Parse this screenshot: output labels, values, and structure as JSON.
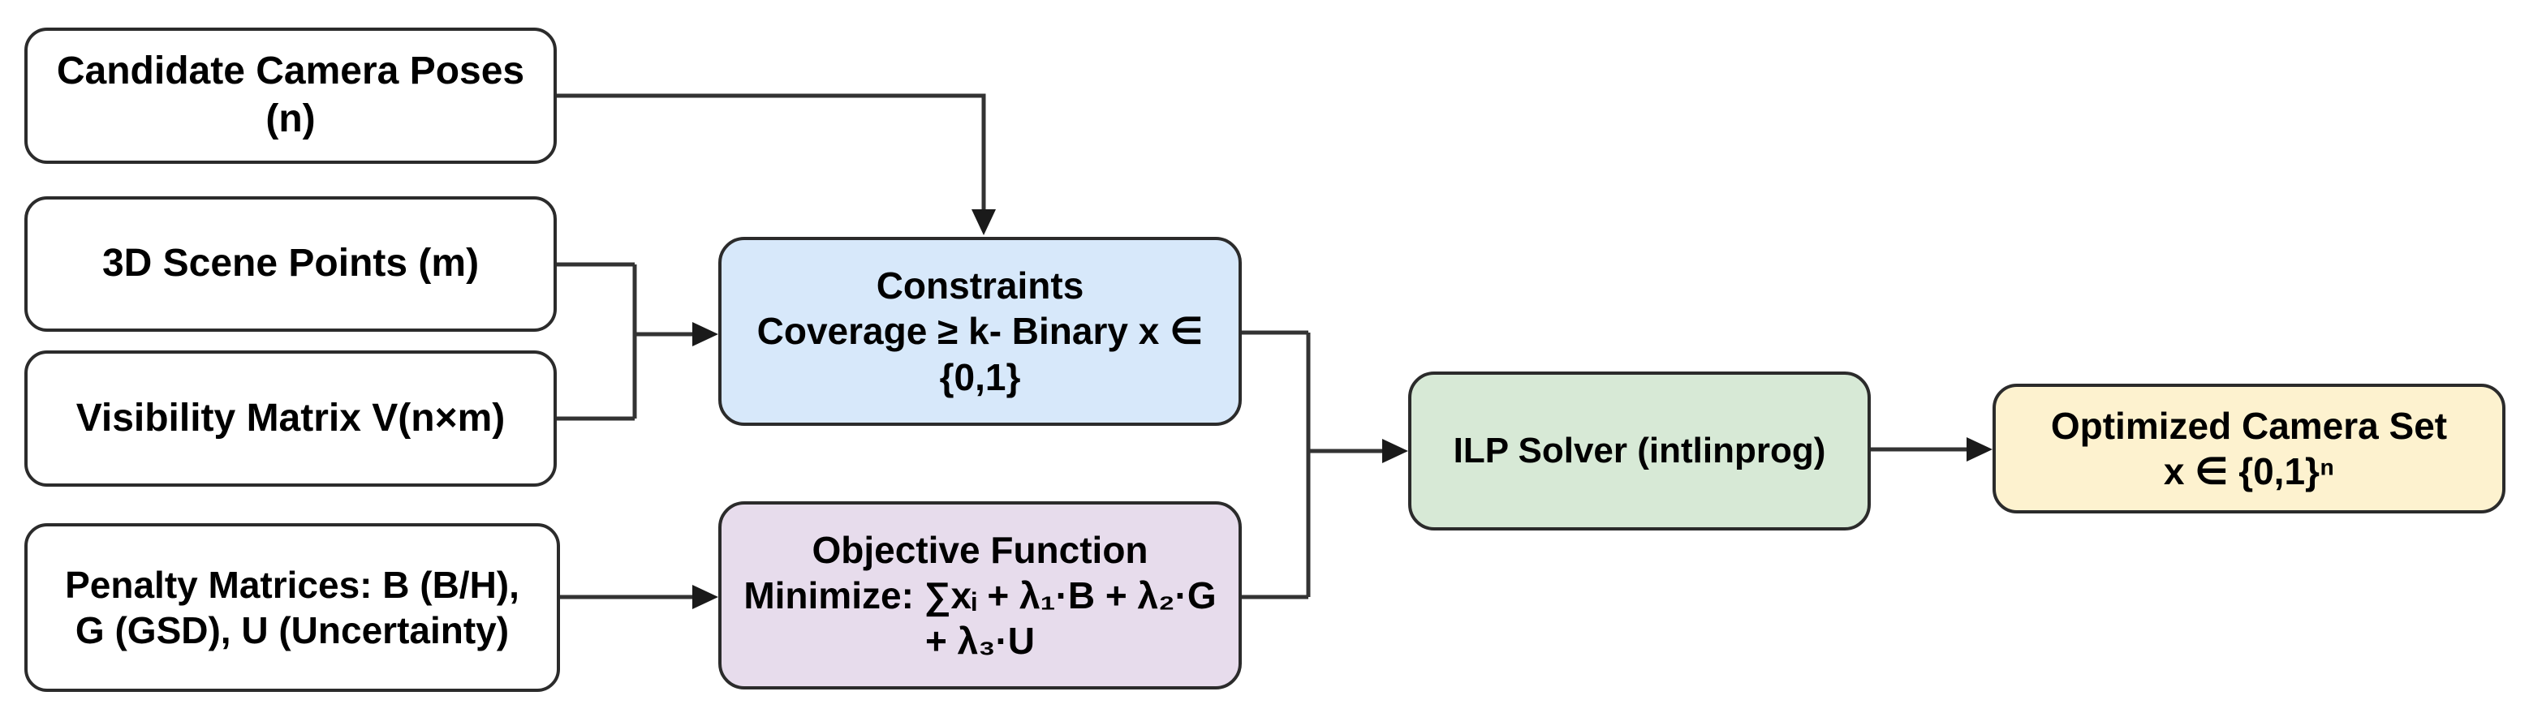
{
  "diagram": {
    "title": "Camera placement ILP optimization flowchart",
    "nodes": [
      {
        "id": "candidate-camera-poses",
        "lines": [
          "Candidate Camera Poses",
          "(n)"
        ],
        "fill": "#ffffff"
      },
      {
        "id": "scene-points",
        "lines": [
          "3D Scene Points (m)"
        ],
        "fill": "#ffffff"
      },
      {
        "id": "visibility-matrix",
        "lines": [
          "Visibility Matrix V(n×m)"
        ],
        "fill": "#ffffff"
      },
      {
        "id": "penalty-matrices",
        "lines": [
          "Penalty Matrices: B (B/H),",
          "G (GSD), U (Uncertainty)"
        ],
        "fill": "#ffffff"
      },
      {
        "id": "constraints",
        "lines": [
          "Constraints",
          "Coverage ≥ k- Binary x ∈",
          "{0,1}"
        ],
        "fill": "#d7e8fa"
      },
      {
        "id": "objective-function",
        "lines": [
          "Objective Function",
          "Minimize: ∑xᵢ + λ₁·B + λ₂·G",
          "+ λ₃·U"
        ],
        "fill": "#e7dcec"
      },
      {
        "id": "ilp-solver",
        "lines": [
          "ILP Solver (intlinprog)"
        ],
        "fill": "#d7e9d6"
      },
      {
        "id": "optimized-camera-set",
        "lines": [
          "Optimized Camera Set",
          "x ∈ {0,1}ⁿ"
        ],
        "fill": "#fdf2cf"
      }
    ],
    "edges": [
      {
        "from": "candidate-camera-poses",
        "to": "constraints"
      },
      {
        "from": "scene-points",
        "to": "constraints"
      },
      {
        "from": "visibility-matrix",
        "to": "constraints"
      },
      {
        "from": "penalty-matrices",
        "to": "objective-function"
      },
      {
        "from": "constraints",
        "to": "ilp-solver"
      },
      {
        "from": "objective-function",
        "to": "ilp-solver"
      },
      {
        "from": "ilp-solver",
        "to": "optimized-camera-set"
      }
    ],
    "colors": {
      "node_border": "#2b2b2b",
      "wire": "#333333",
      "arrowhead": "#1a1a1a",
      "text": "#000000",
      "background": "#ffffff"
    }
  }
}
